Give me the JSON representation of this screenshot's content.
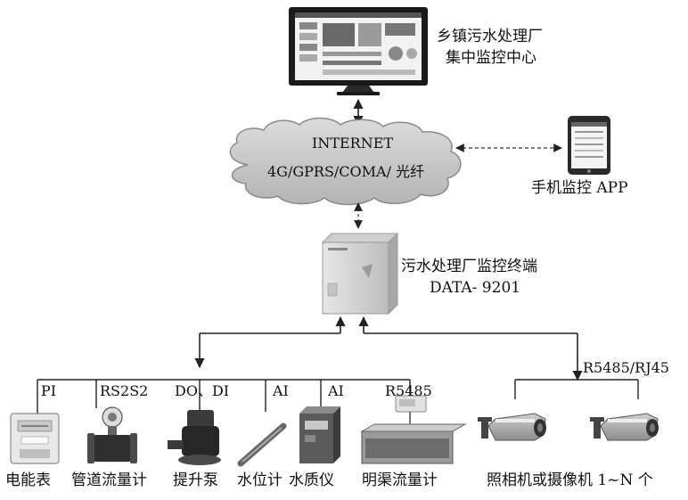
{
  "center": {
    "line1": "乡镇污水处理厂",
    "line2": "集中监控中心"
  },
  "network": {
    "line1": "INTERNET",
    "line2": "4G/GPRS/COMA/ 光纤"
  },
  "mobile": {
    "label": "手机监控 APP"
  },
  "terminal": {
    "line1": "污水处理厂监控终端",
    "line2": "DATA- 9201"
  },
  "bus_labels": {
    "pi": "PI",
    "rs2s2": "RS2S2",
    "do_di": "DO、DI",
    "ai1": "AI",
    "ai2": "AI",
    "r5485": "R5485",
    "camera_bus": "R5485/RJ45"
  },
  "devices": {
    "meter": "电能表",
    "pipe_flow": "管道流量计",
    "pump": "提升泵",
    "level": "水位计",
    "quality": "水质仪",
    "channel_flow": "明渠流量计",
    "cameras": "照相机或摄像机 1~N 个"
  },
  "colors": {
    "line": "#222222",
    "cloud": "#c8c8c8",
    "cloud_edge": "#8a8a8a",
    "device": "#9a9a9a",
    "device_dark": "#3a3a3a"
  }
}
